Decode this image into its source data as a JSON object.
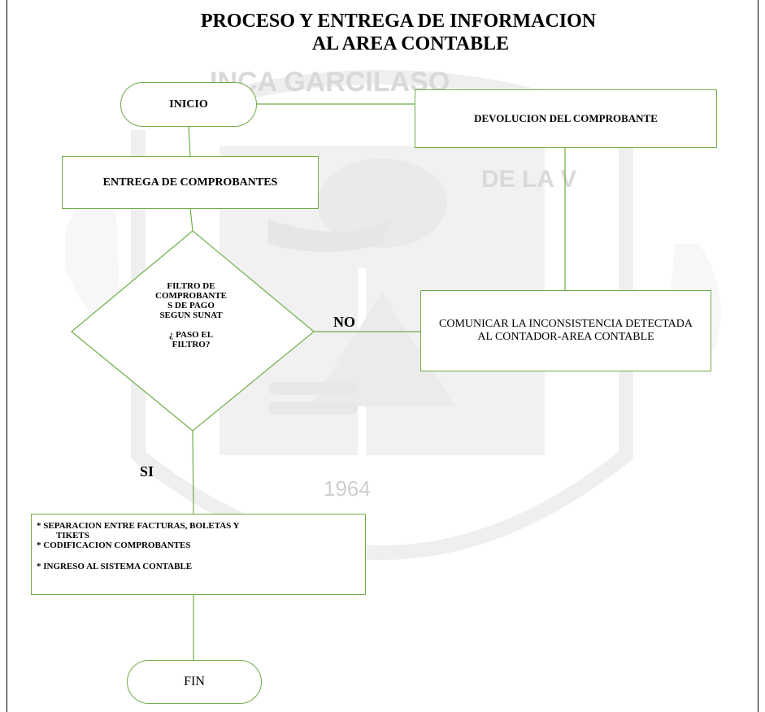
{
  "title": {
    "line1": "PROCESO Y ENTREGA DE INFORMACION",
    "line2": "AL AREA CONTABLE"
  },
  "watermark": {
    "arc_text": "INCA GARCILASO",
    "year": "1964"
  },
  "nodes": {
    "inicio": "INICIO",
    "devolucion": "DEVOLUCION DEL COMPROBANTE",
    "entrega": "ENTREGA DE COMPROBANTES",
    "filtro": {
      "line1": "FILTRO DE",
      "line2": "COMPROBANTE",
      "line3": "S DE PAGO",
      "line4": "SEGUN SUNAT",
      "line5": "¿ PASO EL",
      "line6": "FILTRO?"
    },
    "comunicar": "COMUNICAR LA INCONSISTENCIA DETECTADA AL CONTADOR-AREA CONTABLE",
    "proceso": {
      "line1": "* SEPARACION ENTRE FACTURAS, BOLETAS Y",
      "line2": "TIKETS",
      "line3": "* CODIFICACION  COMPROBANTES",
      "line4": "* INGRESO AL SISTEMA CONTABLE"
    },
    "fin": "FIN"
  },
  "labels": {
    "no": "NO",
    "si": "SI"
  },
  "colors": {
    "shape_border": "#70ad47",
    "watermark": "#d9d9d9"
  }
}
